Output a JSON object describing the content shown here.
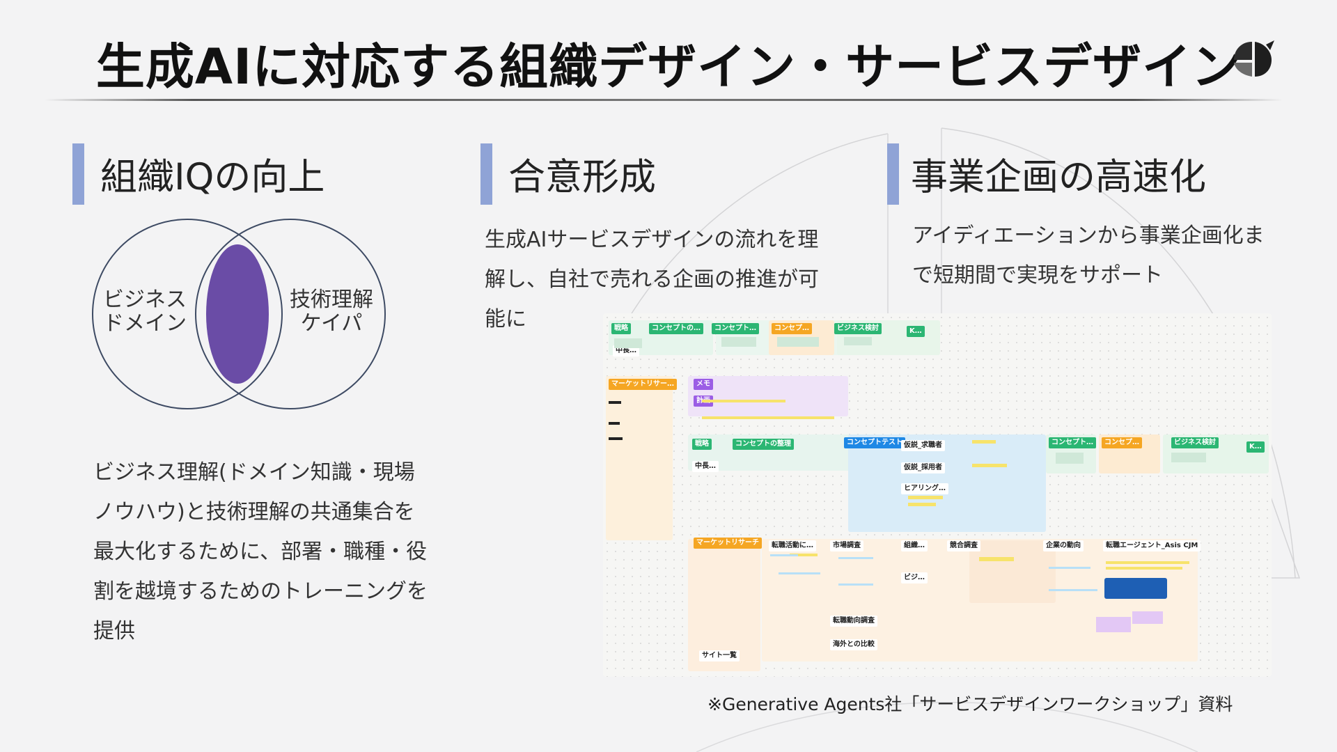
{
  "title": "生成AIに対応する組織デザイン・サービスデザイン",
  "logo": {
    "icon": "company-logo-icon"
  },
  "colors": {
    "accent_bar": "#8fa3d6",
    "venn_fill": "#6a4ca6",
    "venn_stroke": "#3d4a63",
    "board_green": "#2bb673",
    "board_orange": "#f5a623",
    "board_purple": "#9b5de5",
    "board_blue": "#1e88e5"
  },
  "sections": [
    {
      "heading": "組織IQの向上",
      "venn": {
        "left_label": "ビジネス\nドメイン",
        "right_label": "技術理解\nケイパ"
      },
      "body": "ビジネス理解(ドメイン知識・現場ノウハウ)と技術理解の共通集合を最大化するために、部署・職種・役割を越境するためのトレーニングを提供"
    },
    {
      "heading": "合意形成",
      "body": "生成AIサービスデザインの流れを理解し、自社で売れる企画の推進が可能に"
    },
    {
      "heading": "事業企画の高速化",
      "body": "アイディエーションから事業企画化まで短期間で実現をサポート"
    }
  ],
  "board": {
    "tags": [
      "戦略",
      "コンセプトの…",
      "コンセプト…",
      "コンセプ…",
      "ビジネス検討",
      "K…",
      "中長…",
      "マーケットリサー…",
      "メモ",
      "計画",
      "戦略",
      "コンセプトの整理",
      "コンセプトテスト",
      "仮説_求職者",
      "仮説_採用者",
      "ヒアリング…",
      "中長…",
      "コンセプト…",
      "コンセプ…",
      "ビジネス検討",
      "K…",
      "マーケットリサーチ",
      "転職活動に…",
      "市場調査",
      "組織…",
      "競合調査",
      "企業の動向",
      "転職エージェント_Asis CJM",
      "ビジ…",
      "転職動向調査",
      "海外との比較",
      "サイト一覧"
    ]
  },
  "credit": "※Generative Agents社「サービスデザインワークショップ」資料"
}
